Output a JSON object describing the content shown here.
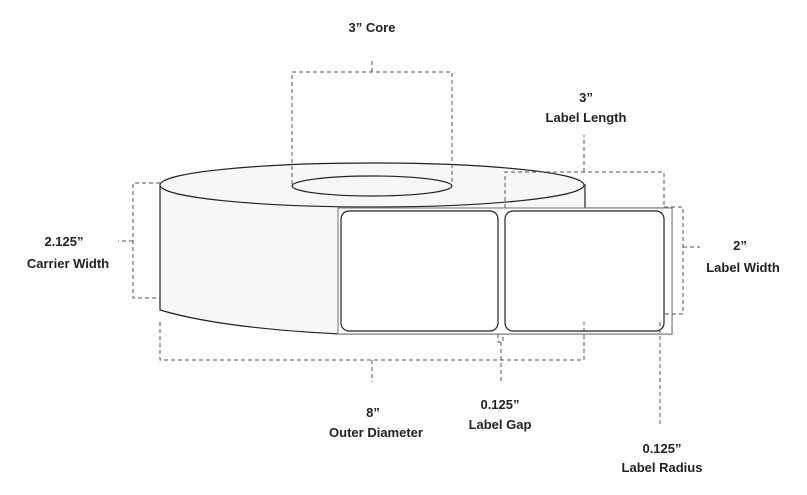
{
  "diagram": {
    "core": {
      "value": "3” Core"
    },
    "label_length": {
      "value": "3”",
      "name": "Label Length"
    },
    "label_width": {
      "value": "2”",
      "name": "Label Width"
    },
    "carrier_width": {
      "value": "2.125”",
      "name": "Carrier Width"
    },
    "outer_diameter": {
      "value": "8”",
      "name": "Outer Diameter"
    },
    "label_gap": {
      "value": "0.125”",
      "name": "Label Gap"
    },
    "label_radius": {
      "value": "0.125”",
      "name": "Label Radius"
    },
    "colors": {
      "roll_side": "#f7f7f7",
      "outline": "#222222",
      "dimension": "#555555"
    }
  }
}
